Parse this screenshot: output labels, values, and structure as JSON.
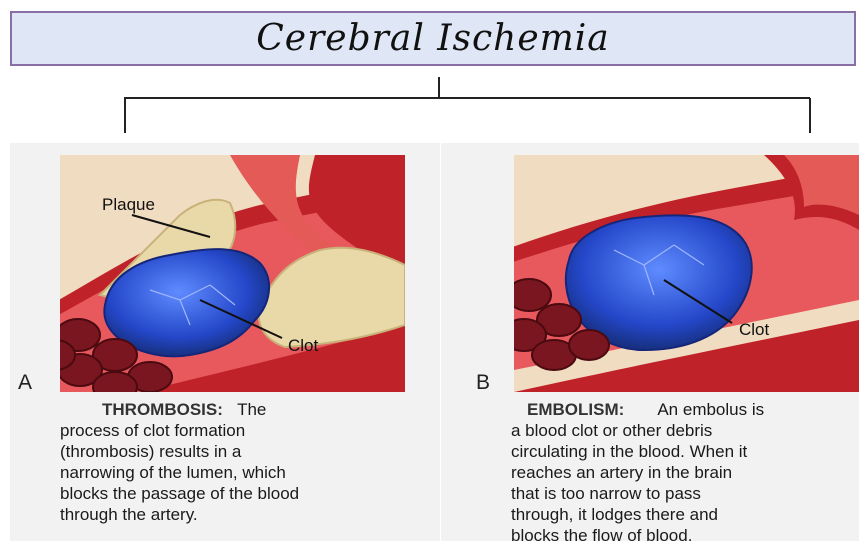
{
  "title": "Cerebral Ischemia",
  "panel_a": {
    "letter": "A",
    "labels": {
      "plaque": "Plaque",
      "clot": "Clot"
    },
    "term": "THROMBOSIS:",
    "lines": [
      "The",
      "process of clot formation",
      "(thrombosis) results in a",
      "narrowing of the lumen, which",
      "blocks the passage of the blood",
      "through the artery."
    ]
  },
  "panel_b": {
    "letter": "B",
    "labels": {
      "clot": "Clot"
    },
    "term": "EMBOLISM:",
    "lines": [
      "An embolus is",
      "a blood clot or other debris",
      "circulating in the blood. When it",
      "reaches an artery in the brain",
      "that is too narrow to pass",
      "through, it lodges there and",
      "blocks the flow of blood."
    ]
  },
  "colors": {
    "title_bg": "#dfe6f5",
    "title_border": "#8a6ea8",
    "vessel": "#c0222a",
    "clot": "#2a4fcf",
    "plaque": "#ead9a8",
    "blood_cells": "#7a1620"
  }
}
